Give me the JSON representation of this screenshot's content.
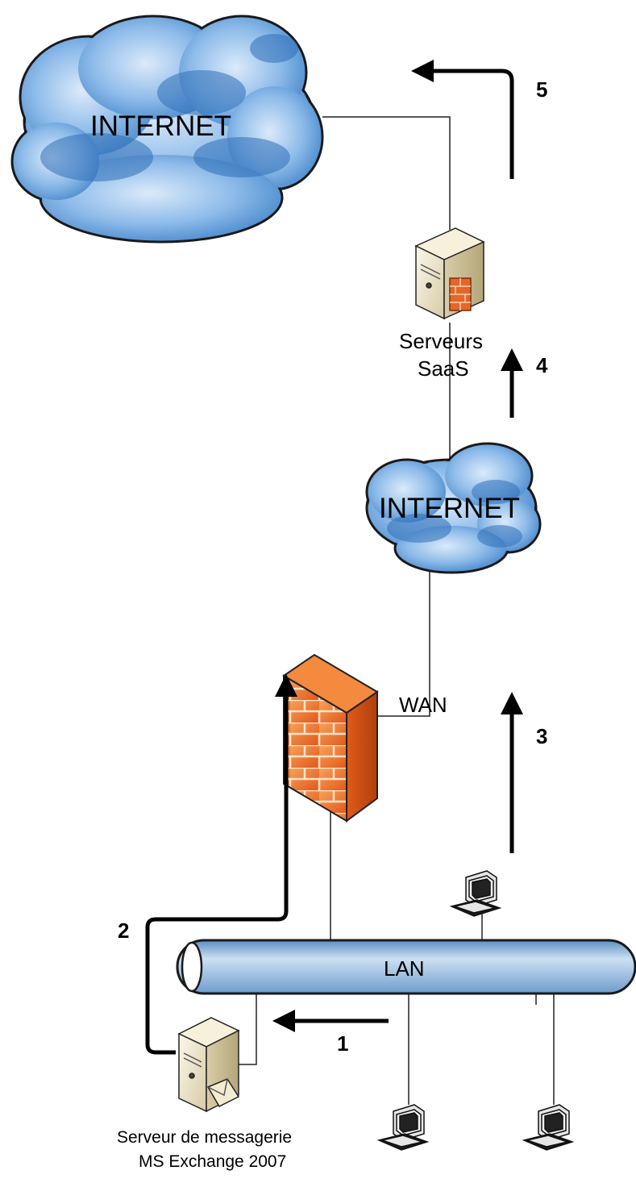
{
  "nodes": {
    "internet_top": {
      "label": "INTERNET"
    },
    "saas": {
      "label_line1": "Serveurs",
      "label_line2": "SaaS"
    },
    "internet_mid": {
      "label": "INTERNET"
    },
    "firewall": {
      "wan_label": "WAN"
    },
    "lan": {
      "label": "LAN"
    },
    "mail_server": {
      "label_line1": "Serveur de messagerie",
      "label_line2": "MS Exchange 2007"
    }
  },
  "steps": [
    "1",
    "2",
    "3",
    "4",
    "5"
  ],
  "colors": {
    "cloud_fill": "#7fb1e6",
    "cloud_dark": "#2f6fb8",
    "firewall_fill": "#f07020",
    "lan_fill": "#8fb8dd",
    "server_fill": "#eee6cc",
    "arrow": "#000000"
  }
}
